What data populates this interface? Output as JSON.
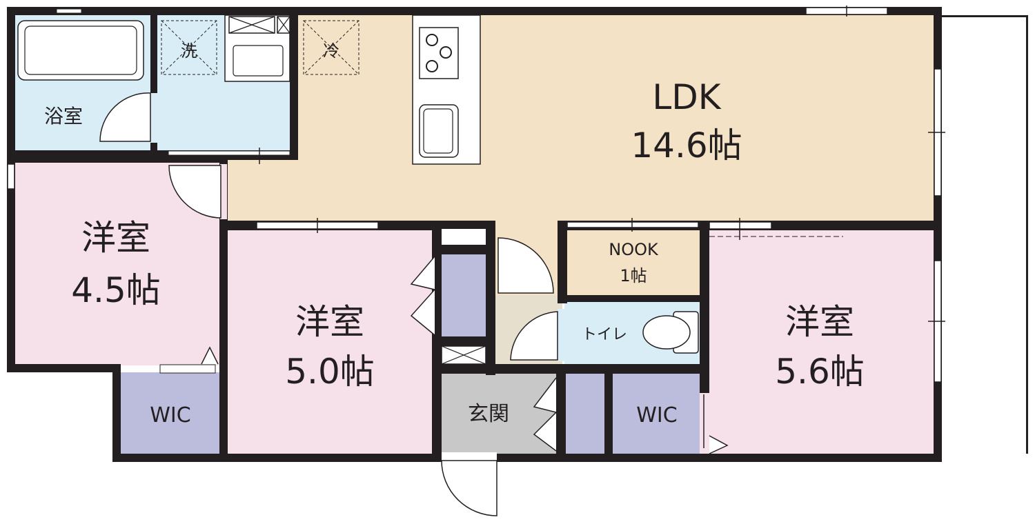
{
  "colors": {
    "wall": "#231f20",
    "ldk": "#f3e2c5",
    "bedroom": "#f6e0ea",
    "wet": "#d9edf6",
    "storage": "#bcbcdc",
    "entrance": "#c8c8c8",
    "balcony": "#ffffff"
  },
  "rooms": {
    "ldk": {
      "name": "LDK",
      "size": "14.6帖"
    },
    "room_a": {
      "name": "洋室",
      "size": "4.5帖"
    },
    "room_b": {
      "name": "洋室",
      "size": "5.0帖"
    },
    "room_c": {
      "name": "洋室",
      "size": "5.6帖"
    },
    "nook": {
      "name": "NOOK",
      "size": "1帖"
    },
    "bath": {
      "name": "浴室"
    },
    "toilet": {
      "name": "トイレ"
    },
    "genkan": {
      "name": "玄関"
    },
    "wic_left": {
      "name": "WIC"
    },
    "wic_right": {
      "name": "WIC"
    }
  },
  "fixtures": {
    "washer": "洗",
    "fridge": "冷"
  }
}
